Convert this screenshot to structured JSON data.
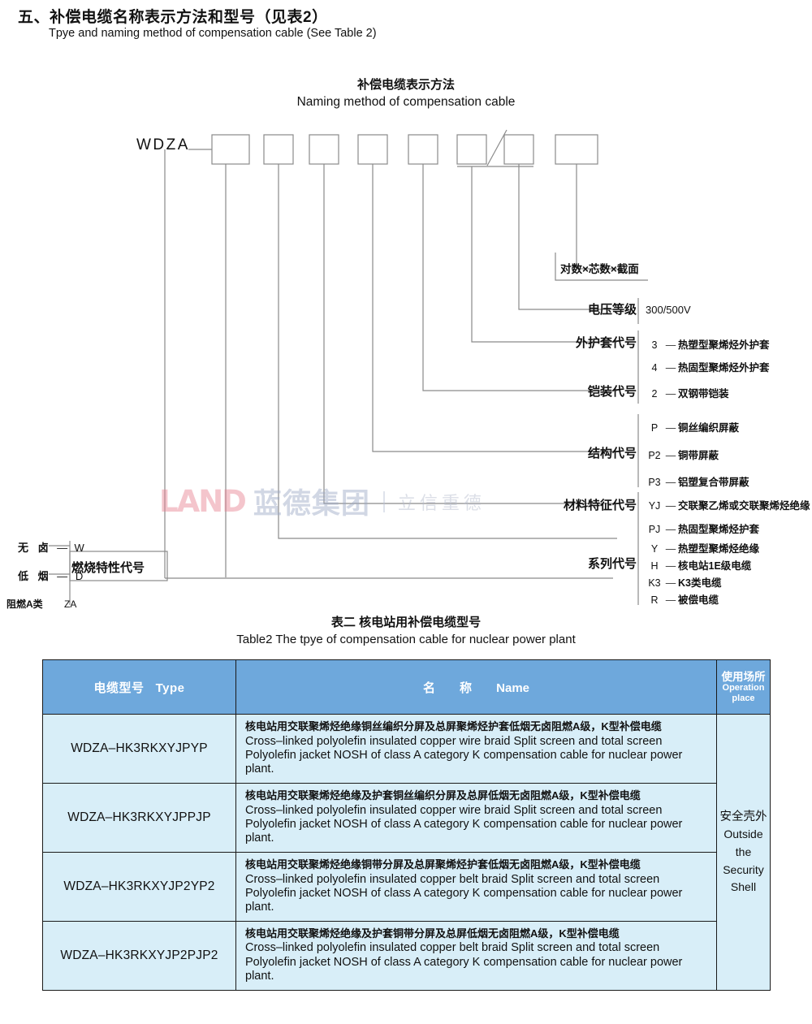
{
  "section": {
    "title": "五、补偿电缆名称表示方法和型号（见表2）",
    "subtitle": "Tpye and naming method of compensation cable (See Table 2)"
  },
  "diagram": {
    "title_zh": "补偿电缆表示方法",
    "title_en": "Naming method of compensation cable",
    "prefix": "WDZA",
    "top_note": "对数×芯数×截面",
    "voltage_value": "300/500V",
    "right_groups": [
      {
        "label": "电压等级",
        "items": [
          {
            "code": "",
            "dash": "",
            "text": "300/500V"
          }
        ]
      },
      {
        "label": "外护套代号",
        "items": [
          {
            "code": "3",
            "dash": "—",
            "text": "热塑型聚烯烃外护套"
          },
          {
            "code": "4",
            "dash": "—",
            "text": "热固型聚烯烃外护套"
          }
        ]
      },
      {
        "label": "铠装代号",
        "items": [
          {
            "code": "2",
            "dash": "—",
            "text": "双钢带铠装"
          }
        ]
      },
      {
        "label": "结构代号",
        "items": [
          {
            "code": "P",
            "dash": "—",
            "text": "铜丝编织屏蔽"
          },
          {
            "code": "P2",
            "dash": "—",
            "text": "铜带屏蔽"
          },
          {
            "code": "P3",
            "dash": "—",
            "text": "铝塑复合带屏蔽"
          }
        ]
      },
      {
        "label": "材料特征代号",
        "items": [
          {
            "code": "YJ",
            "dash": "—",
            "text": "交联聚乙烯或交联聚烯烃绝缘"
          },
          {
            "code": "PJ",
            "dash": "—",
            "text": "热固型聚烯烃护套"
          },
          {
            "code": "Y",
            "dash": "—",
            "text": "热塑型聚烯烃绝缘"
          }
        ]
      },
      {
        "label": "系列代号",
        "items": [
          {
            "code": "H",
            "dash": "—",
            "text": "核电站1E级电缆"
          },
          {
            "code": "K3",
            "dash": "—",
            "text": "K3类电缆"
          },
          {
            "code": "R",
            "dash": "—",
            "text": "被偿电缆"
          }
        ]
      }
    ],
    "left_label": "燃烧特性代号",
    "left_rows": [
      {
        "zh": "无 卤",
        "dash": "—",
        "letter": "W"
      },
      {
        "zh": "低 烟",
        "dash": "—",
        "letter": "D"
      },
      {
        "zh": "阻燃A类",
        "dash": "",
        "letter": "ZA"
      }
    ]
  },
  "watermark": {
    "brand": "LAND",
    "name_cn": "蓝德集团",
    "slogan": "立信重德"
  },
  "table": {
    "caption_zh": "表二 核电站用补偿电缆型号",
    "caption_en": "Table2 The  tpye of compensation cable for nuclear power plant",
    "headers": {
      "type_zh": "电缆型号",
      "type_en": "Type",
      "name_zh": "名　　称",
      "name_en": "Name",
      "op_zh": "使用场所",
      "op_en1": "Operation",
      "op_en2": "place"
    },
    "operation_place": {
      "zh": "安全壳外",
      "l1": "Outside",
      "l2": "the",
      "l3": "Security",
      "l4": "Shell"
    },
    "rows": [
      {
        "type": "WDZA–HK3RKXYJPYP",
        "zh": "核电站用交联聚烯烃绝缘铜丝编织分屏及总屏聚烯烃护套低烟无卤阻燃A级，K型补偿电缆",
        "en": "Cross–linked polyolefin insulated copper wire braid Split screen and total screen Polyolefin jacket NOSH of class A category K compensation cable for nuclear power plant."
      },
      {
        "type": "WDZA–HK3RKXYJPPJP",
        "zh": "核电站用交联聚烯烃绝缘及护套铜丝编织分屏及总屏低烟无卤阻燃A级，K型补偿电缆",
        "en": "Cross–linked polyolefin insulated copper wire braid Split screen and total screen Polyolefin jacket NOSH of class A category K compensation cable for nuclear power plant."
      },
      {
        "type": "WDZA–HK3RKXYJP2YP2",
        "zh": "核电站用交联聚烯烃绝缘铜带分屏及总屏聚烯烃护套低烟无卤阻燃A级，K型补偿电缆",
        "en": "Cross–linked polyolefin insulated copper belt braid Split screen and total screen Polyolefin jacket NOSH of class A category K compensation cable for nuclear power plant."
      },
      {
        "type": "WDZA–HK3RKXYJP2PJP2",
        "zh": "核电站用交联聚烯烃绝缘及护套铜带分屏及总屏低烟无卤阻燃A级，K型补偿电缆",
        "en": "Cross–linked polyolefin insulated copper belt braid Split screen and total screen Polyolefin jacket NOSH of class A category K compensation cable for nuclear power plant."
      }
    ]
  },
  "colors": {
    "header_blue": "#6ea8dc",
    "cell_blue": "#d8eef8",
    "line": "#888888",
    "watermark_red": "#e8808f",
    "watermark_blue": "#9aa7c4"
  }
}
